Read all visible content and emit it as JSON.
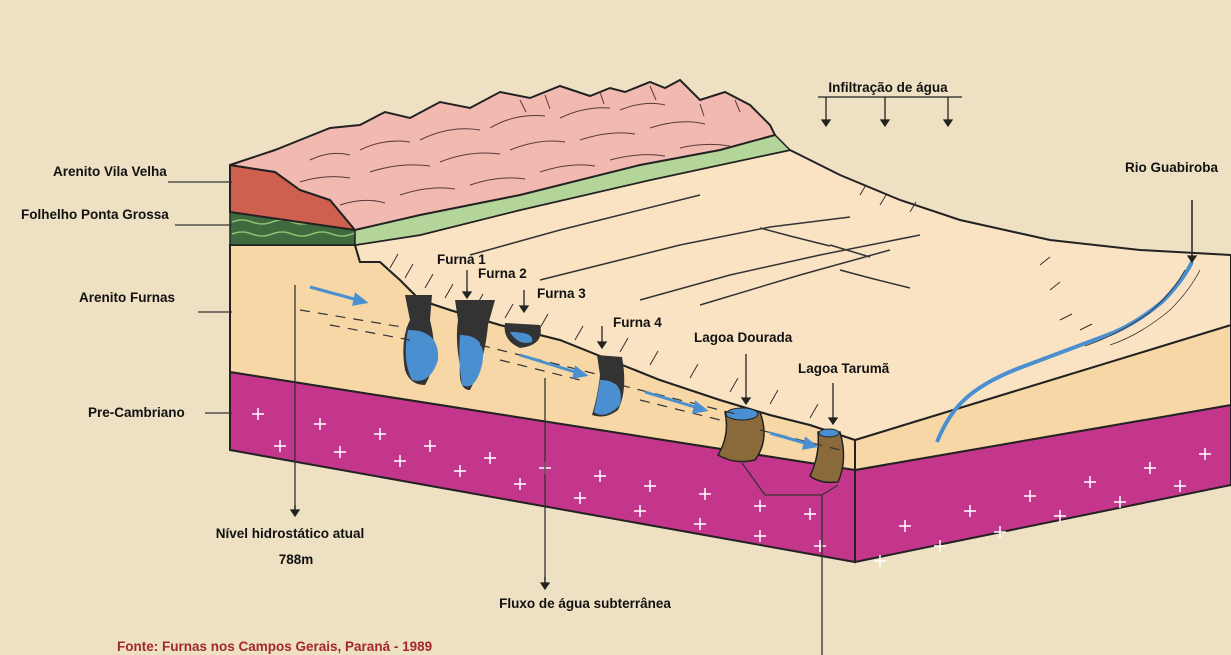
{
  "labels": {
    "arenito_vila_velha": "Arenito Vila Velha",
    "folhelho_ponta_grossa": "Folhelho Ponta Grossa",
    "arenito_furnas": "Arenito Furnas",
    "pre_cambriano": "Pre-Cambriano",
    "nivel_line1": "Nível hidrostático atual",
    "nivel_line2": "788m",
    "fluxo": "Fluxo de água subterrânea",
    "infiltracao": "Infiltração de água",
    "rio": "Rio Guabiroba",
    "furna1": "Furna 1",
    "furna2": "Furna 2",
    "furna3": "Furna 3",
    "furna4": "Furna 4",
    "lagoa_dourada": "Lagoa Dourada",
    "lagoa_taruma": "Lagoa Tarumã"
  },
  "source": "Fonte: Furnas nos Campos Gerais, Paraná - 1989",
  "colors": {
    "background": "#eee0c3",
    "arenito_vila_velha": "#cf5f4f",
    "folhelho_ponta_grossa": "#3f6a3f",
    "arenito_furnas": "#f7d7a6",
    "pre_cambriano": "#c4368c",
    "relief": "#f2b9b0",
    "shale_band": "#b4d59a",
    "plateau": "#fae3c3",
    "water": "#4a90d0",
    "source_text": "#a3282a"
  }
}
